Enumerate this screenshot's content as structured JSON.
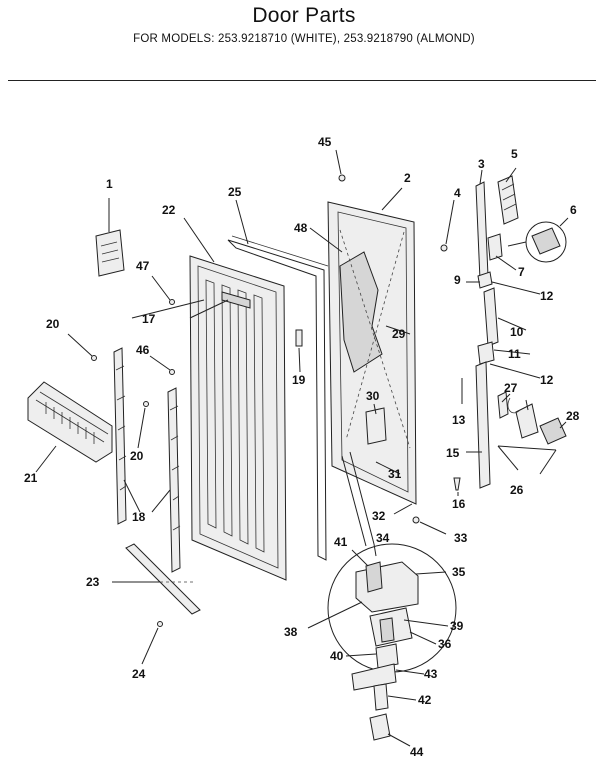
{
  "header": {
    "title": "Door Parts",
    "models": "FOR MODELS:  253.9218710 (WHITE), 253.9218790 (ALMOND)"
  },
  "callouts": {
    "c1": "1",
    "c2": "2",
    "c3": "3",
    "c4": "4",
    "c5": "5",
    "c6": "6",
    "c7": "7",
    "c9": "9",
    "c10": "10",
    "c11": "11",
    "c12a": "12",
    "c12b": "12",
    "c13": "13",
    "c15": "15",
    "c16": "16",
    "c17": "17",
    "c18": "18",
    "c19": "19",
    "c20a": "20",
    "c20b": "20",
    "c21": "21",
    "c22": "22",
    "c23": "23",
    "c24": "24",
    "c25": "25",
    "c26": "26",
    "c27": "27",
    "c28": "28",
    "c29": "29",
    "c30": "30",
    "c31": "31",
    "c32": "32",
    "c33": "33",
    "c34": "34",
    "c35": "35",
    "c36": "36",
    "c38": "38",
    "c39": "39",
    "c40": "40",
    "c41": "41",
    "c42": "42",
    "c43": "43",
    "c44": "44",
    "c45": "45",
    "c46": "46",
    "c47": "47",
    "c48": "48"
  }
}
